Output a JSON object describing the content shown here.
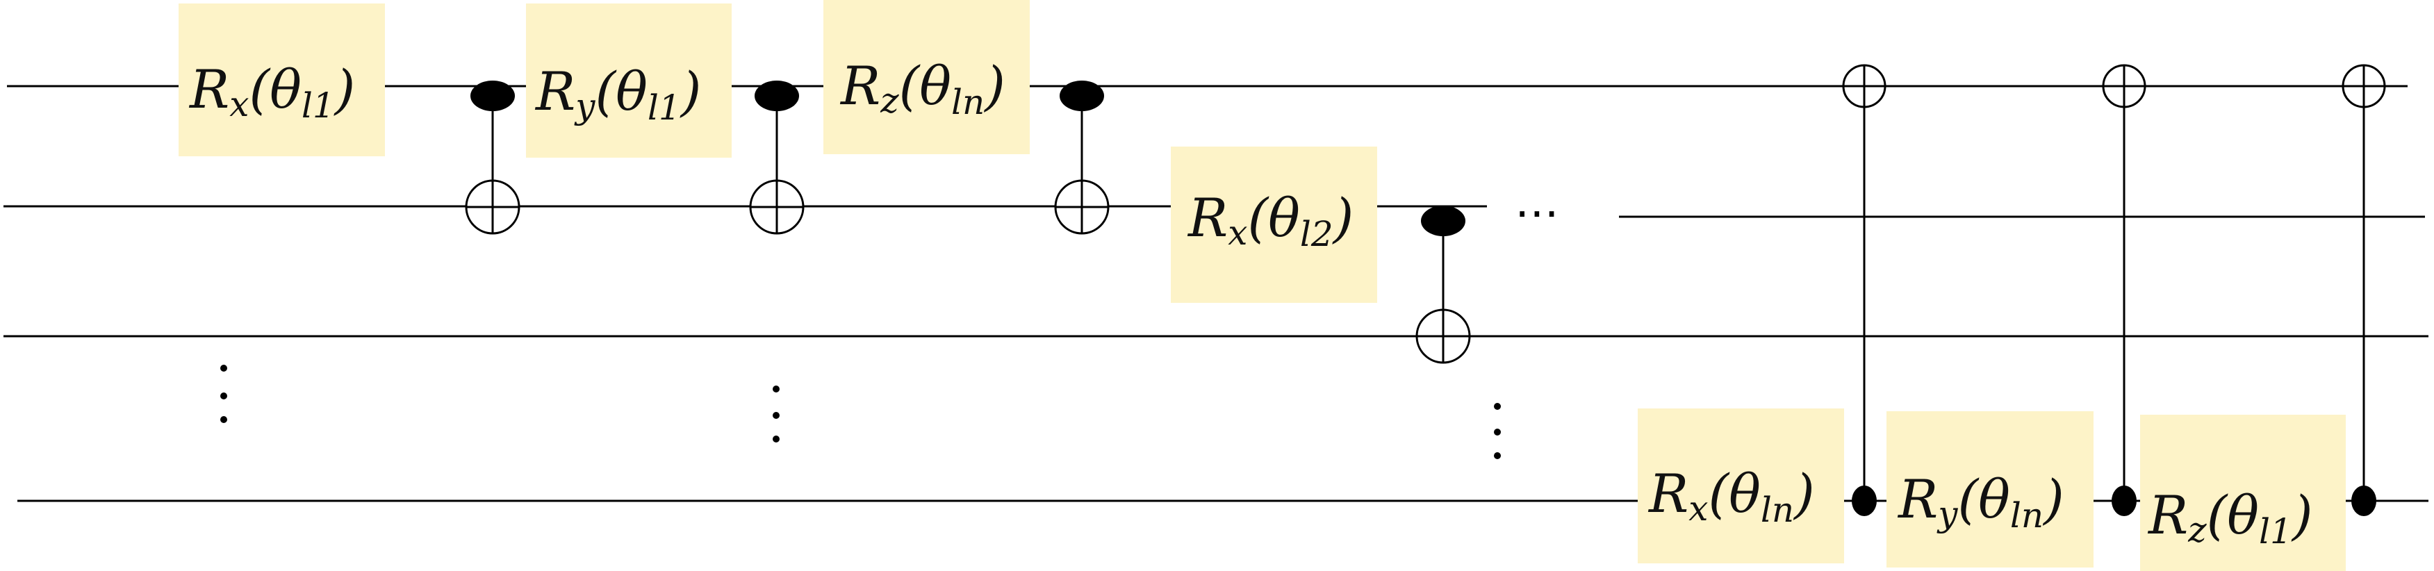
{
  "gates": [
    {
      "id": "g1",
      "label": "R",
      "axis": "x",
      "theta": "θ",
      "sub": "l1"
    },
    {
      "id": "g2",
      "label": "R",
      "axis": "y",
      "theta": "θ",
      "sub": "l1"
    },
    {
      "id": "g3",
      "label": "R",
      "axis": "z",
      "theta": "θ",
      "sub": "ln"
    },
    {
      "id": "g4",
      "label": "R",
      "axis": "x",
      "theta": "θ",
      "sub": "l2"
    },
    {
      "id": "g5",
      "label": "R",
      "axis": "x",
      "theta": "θ",
      "sub": "ln"
    },
    {
      "id": "g6",
      "label": "R",
      "axis": "y",
      "theta": "θ",
      "sub": "ln"
    },
    {
      "id": "g7",
      "label": "R",
      "axis": "z",
      "theta": "θ",
      "sub": "l1"
    }
  ],
  "ellipsis": "⋯"
}
